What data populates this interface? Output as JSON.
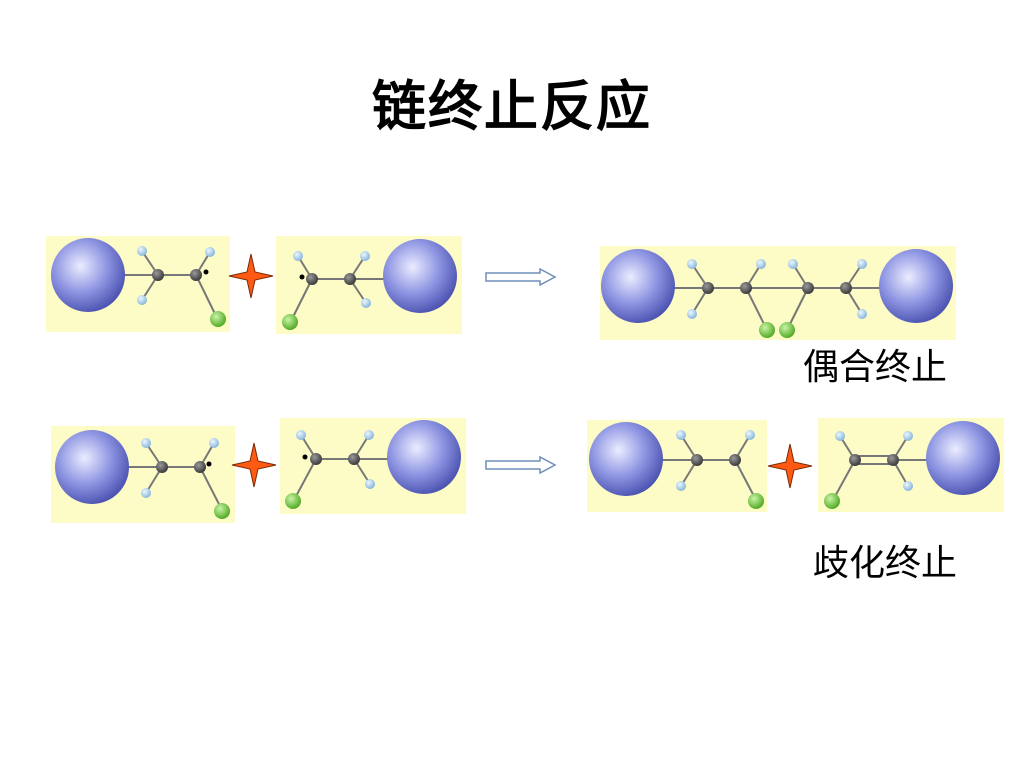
{
  "title": "链终止反应",
  "labels": {
    "coupling": "偶合终止",
    "disproportionation": "歧化终止"
  },
  "colors": {
    "panel": "#fdfcc6",
    "sphere": "#7f86dc",
    "carbon": "#555555",
    "hydrogen": "#a9cfe8",
    "substituent": "#66c33a",
    "plus": "#ff5a14",
    "arrow": "#7fa0c8"
  }
}
